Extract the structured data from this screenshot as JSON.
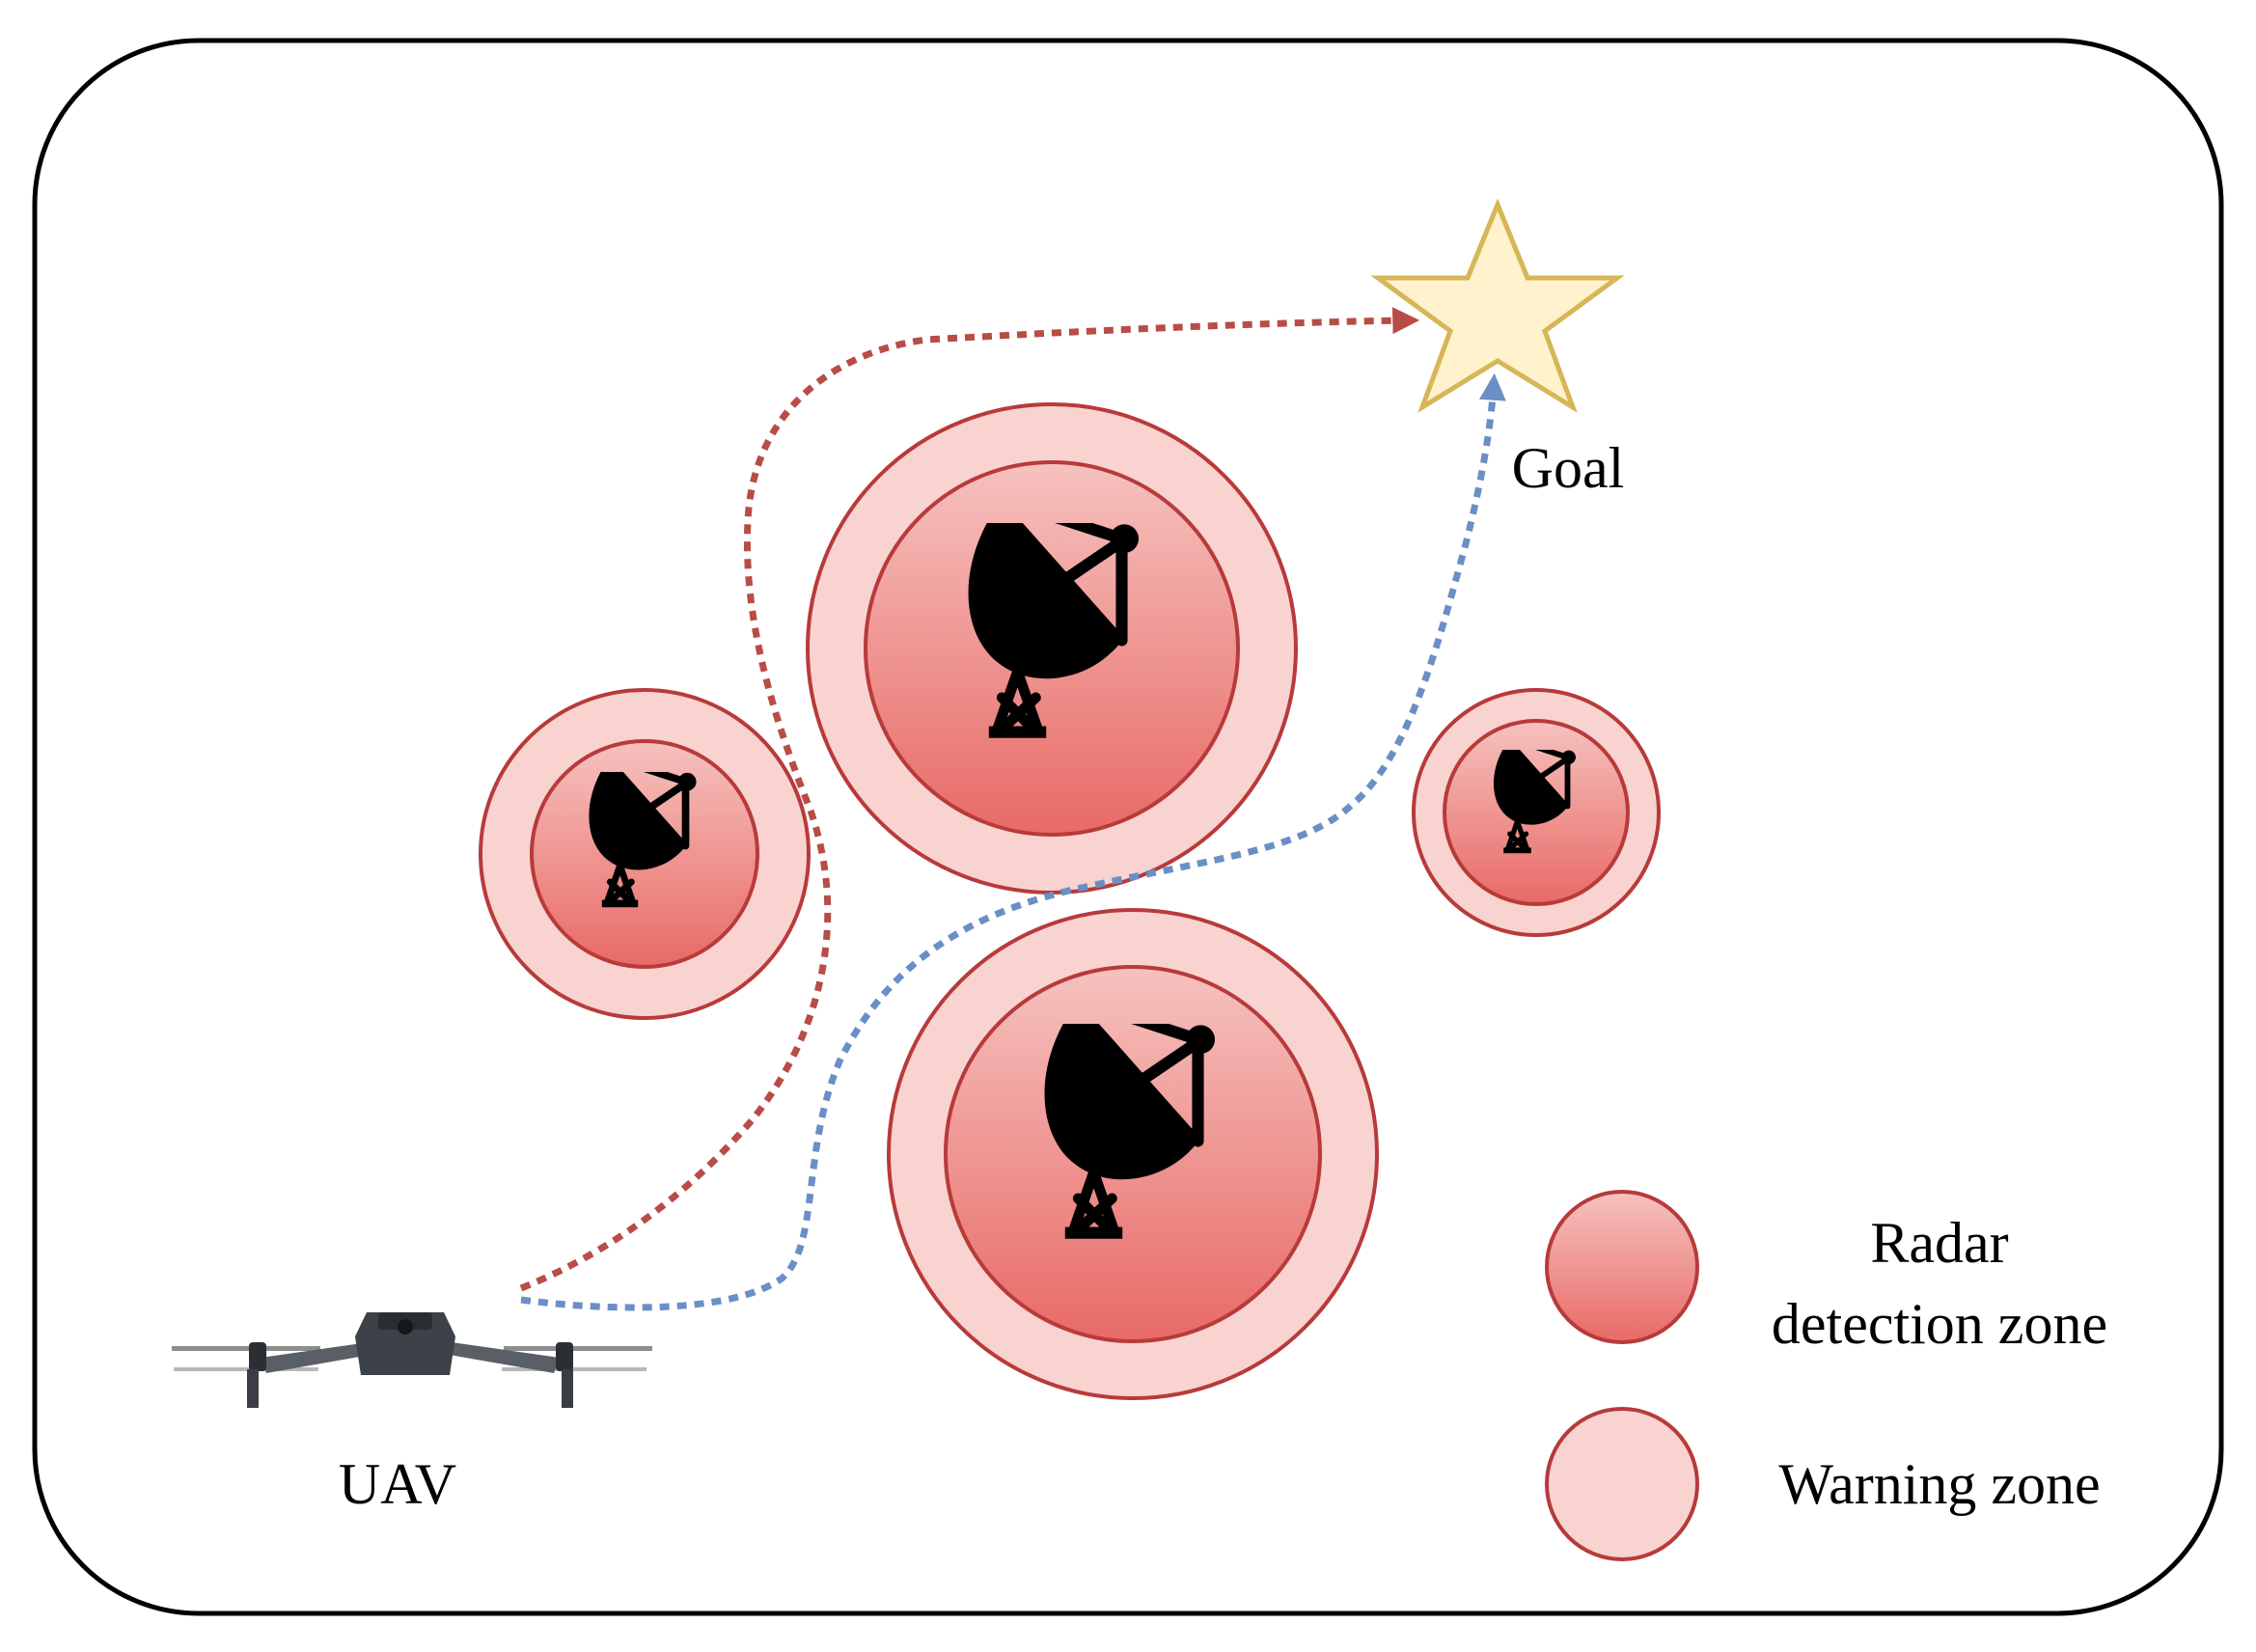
{
  "labels": {
    "goal": "Goal",
    "uav": "UAV",
    "legend_radar_line1": "Radar",
    "legend_radar_line2": "detection zone",
    "legend_warning": "Warning zone"
  },
  "icons": {
    "radar": "radar-dish-icon",
    "goal": "star-icon",
    "uav": "drone-icon"
  },
  "colors": {
    "warning_fill": "#f8d3d0",
    "zone_stroke": "#b83a3a",
    "detection_top": "#f6c2bf",
    "detection_bottom": "#e86a66",
    "path_red": "#b84c47",
    "path_blue": "#6a8fc6",
    "star_fill": "#fff2cc",
    "star_stroke": "#d6b656"
  }
}
